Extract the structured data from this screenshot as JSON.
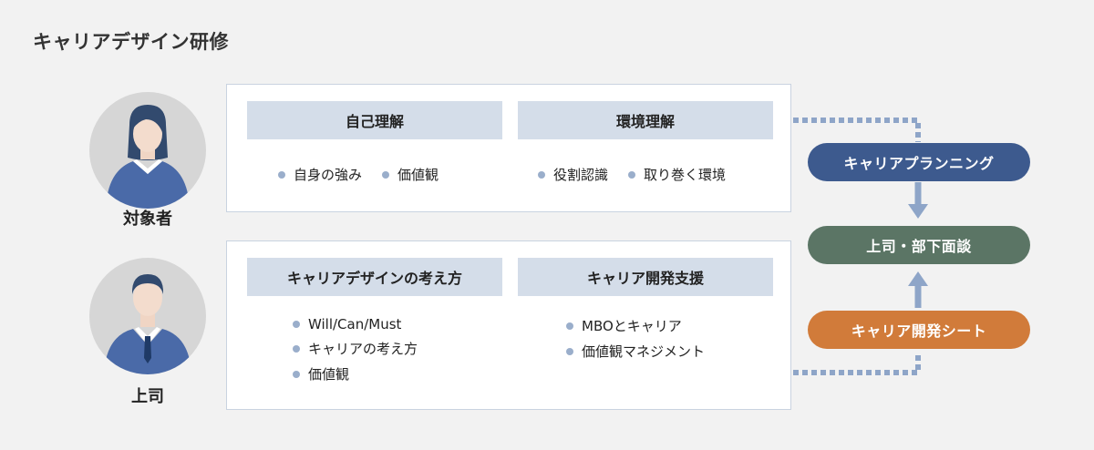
{
  "title": "キャリアデザイン研修",
  "roles": {
    "employee": "対象者",
    "manager": "上司"
  },
  "panels": {
    "employee": {
      "categories": [
        {
          "label": "自己理解",
          "items": [
            "自身の強み",
            "価値観"
          ]
        },
        {
          "label": "環境理解",
          "items": [
            "役割認識",
            "取り巻く環境"
          ]
        }
      ]
    },
    "manager": {
      "categories": [
        {
          "label": "キャリアデザインの考え方",
          "items": [
            "Will/Can/Must",
            "キャリアの考え方",
            "価値観"
          ]
        },
        {
          "label": "キャリア開発支援",
          "items": [
            "MBOとキャリア",
            "価値観マネジメント"
          ]
        }
      ]
    }
  },
  "flow": {
    "planning": "キャリアプランニング",
    "meeting": "上司・部下面談",
    "sheet": "キャリア開発シート"
  },
  "colors": {
    "planning": "#3d5a8e",
    "meeting": "#5b7565",
    "sheet": "#d17b3a",
    "connector": "#8ea5c8",
    "category_bg": "#d4dde9",
    "avatar_bg": "#d6d6d6"
  }
}
